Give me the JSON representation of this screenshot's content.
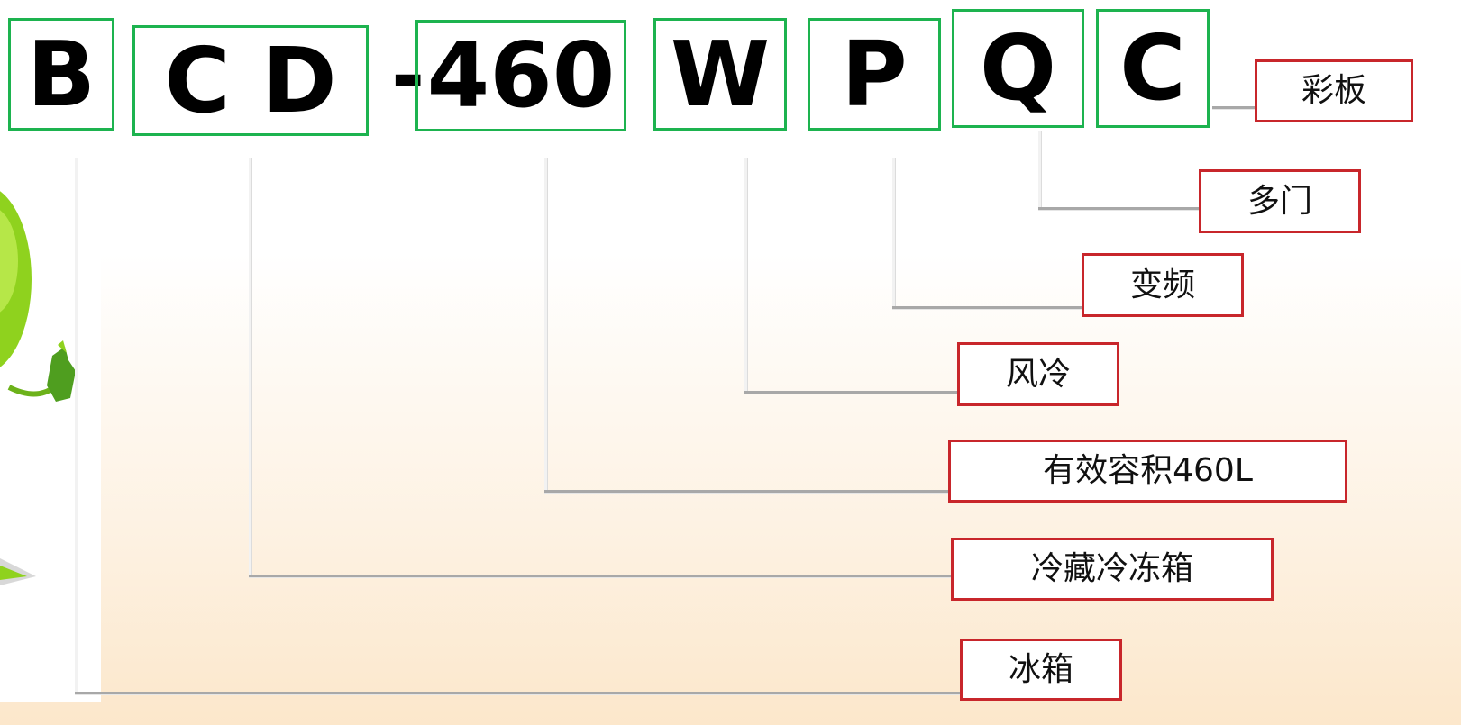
{
  "model_code": {
    "letters": [
      "B",
      "C D",
      "460",
      "W",
      "P",
      "Q",
      "C"
    ],
    "separator": "-"
  },
  "labels": {
    "caiban": "彩板",
    "duomen": "多门",
    "bianpin": "变频",
    "fengleng": "风冷",
    "rongji": "有效容积460L",
    "lengcang": "冷藏冷冻箱",
    "bingxiang": "冰箱"
  },
  "colors": {
    "code_box_border": "#1db34f",
    "label_box_border": "#c8262b",
    "connector": "#a8a8a8"
  }
}
